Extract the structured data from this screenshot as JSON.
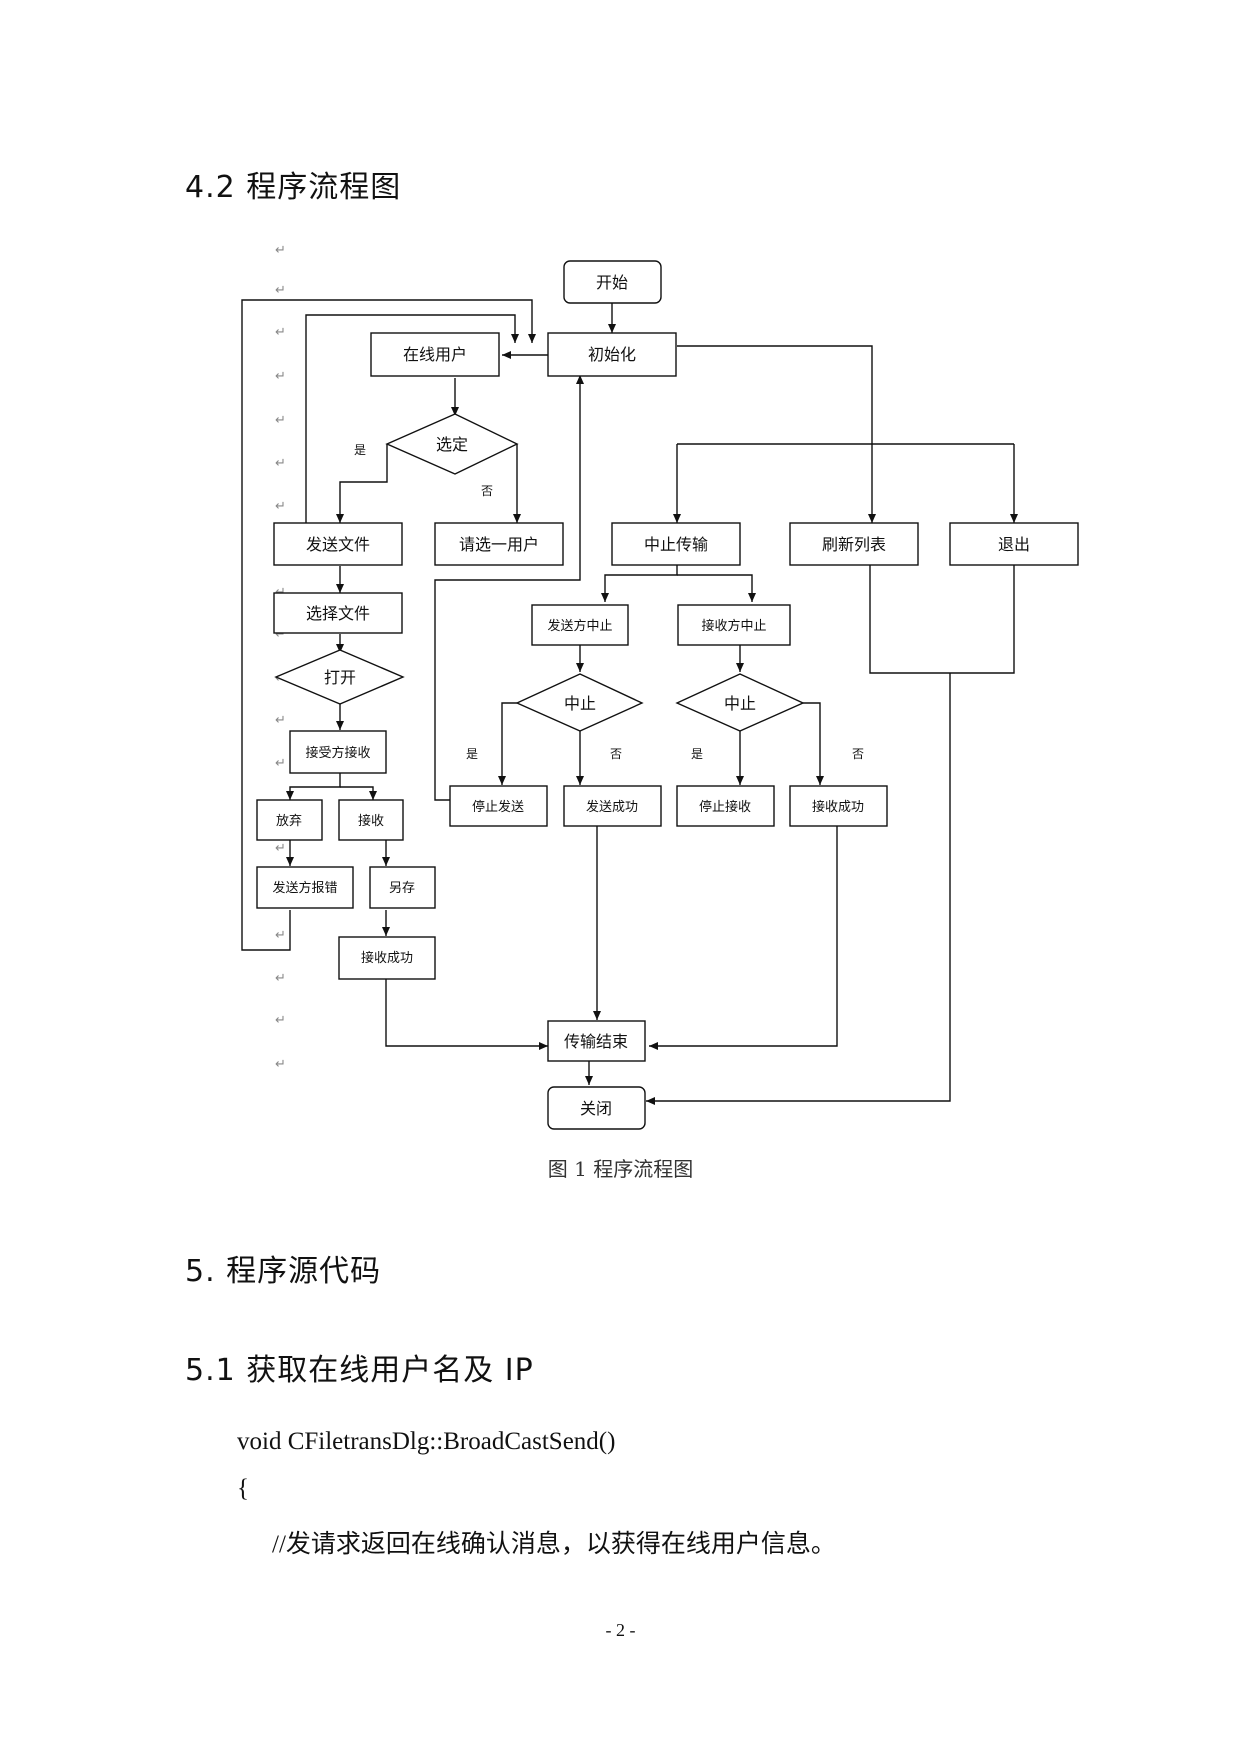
{
  "headings": {
    "h42": "4.2 程序流程图",
    "h5": "5. 程序源代码",
    "h51": "5.1 获取在线用户名及 IP"
  },
  "figure": {
    "caption": "图 1 程序流程图",
    "nodes": {
      "start": "开始",
      "init": "初始化",
      "online_users": "在线用户",
      "select": "选定",
      "send_file": "发送文件",
      "please_select": "请选一用户",
      "abort_transfer": "中止传输",
      "refresh_list": "刷新列表",
      "exit": "退出",
      "choose_file": "选择文件",
      "open": "打开",
      "sender_abort": "发送方中止",
      "receiver_abort": "接收方中止",
      "abort_decision_1": "中止",
      "abort_decision_2": "中止",
      "receiver_accept": "接受方接收",
      "give_up": "放弃",
      "receive": "接收",
      "stop_send": "停止发送",
      "send_success": "发送成功",
      "stop_receive": "停止接收",
      "receive_success_1": "接收成功",
      "sender_error": "发送方报错",
      "save_as": "另存",
      "receive_success_2": "接收成功",
      "transfer_end": "传输结束",
      "close": "关闭"
    },
    "labels": {
      "yes": "是",
      "no": "否"
    },
    "return_mark": "↵"
  },
  "code": {
    "line1": "void CFiletransDlg::BroadCastSend()",
    "line2": "{",
    "line3": "//发请求返回在线确认消息，以获得在线用户信息。"
  },
  "page_number": "- 2 -"
}
